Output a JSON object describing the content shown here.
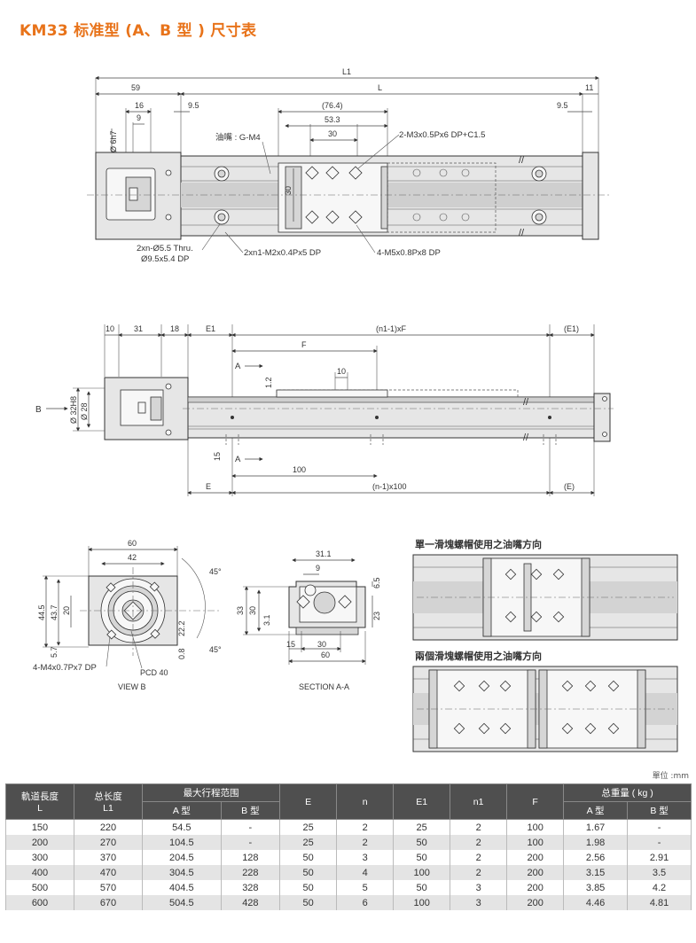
{
  "page": {
    "title": "KM33 标准型 (A、B 型 ) 尺寸表"
  },
  "top_view": {
    "dims": [
      "L1",
      "L",
      "59",
      "11",
      "16",
      "9",
      "9.5",
      "9.5",
      "(76.4)",
      "53.3",
      "30",
      "Ø 6h7",
      "30"
    ],
    "callouts": {
      "oil_nipple": "油嘴 : G-M4",
      "tap_small": "2-M3x0.5Px6 DP+C1.5",
      "thru": "2xn-Ø5.5 Thru.",
      "cbore": "Ø9.5x5.4 DP",
      "tap_n1": "2xn1-M2x0.4Px5 DP",
      "tap_m5": "4-M5x0.8Px8 DP"
    }
  },
  "side_view": {
    "dims": [
      "10",
      "31",
      "18",
      "E1",
      "(n1-1)xF",
      "(E1)",
      "F",
      "10",
      "1.2",
      "Ø 32H8",
      "Ø 28",
      "15",
      "100",
      "E",
      "(n-1)x100",
      "(E)"
    ],
    "labels": {
      "arrow_b": "B",
      "section_a1": "A",
      "section_a2": "A"
    }
  },
  "view_b": {
    "dims": [
      "60",
      "42",
      "45°",
      "45°",
      "44.5",
      "43.7",
      "20",
      "5.7",
      "22.2",
      "0.8",
      "PCD 40"
    ],
    "callout": "4-M4x0.7Px7 DP",
    "caption": "VIEW B"
  },
  "section_aa": {
    "dims": [
      "31.1",
      "9",
      "6.5",
      "33",
      "30",
      "3.1",
      "23",
      "15",
      "30",
      "60"
    ],
    "caption": "SECTION A-A"
  },
  "slider_single": {
    "caption": "單一滑塊螺帽使用之油嘴方向"
  },
  "slider_double": {
    "caption": "兩個滑塊螺帽使用之油嘴方向"
  },
  "table": {
    "unit": "單位 :mm",
    "headers": {
      "rail_length": "軌道長度",
      "rail_length_sub": "L",
      "total_length": "总长度",
      "total_length_sub": "L1",
      "max_stroke": "最大行程范围",
      "e": "E",
      "n": "n",
      "e1": "E1",
      "n1": "n1",
      "f": "F",
      "weight": "总重量 ( kg )",
      "a_type": "A 型",
      "b_type": "B 型",
      "a_type2": "A 型",
      "b_type2": "B 型"
    },
    "rows": [
      [
        "150",
        "220",
        "54.5",
        "-",
        "25",
        "2",
        "25",
        "2",
        "100",
        "1.67",
        "-"
      ],
      [
        "200",
        "270",
        "104.5",
        "-",
        "25",
        "2",
        "50",
        "2",
        "100",
        "1.98",
        "-"
      ],
      [
        "300",
        "370",
        "204.5",
        "128",
        "50",
        "3",
        "50",
        "2",
        "200",
        "2.56",
        "2.91"
      ],
      [
        "400",
        "470",
        "304.5",
        "228",
        "50",
        "4",
        "100",
        "2",
        "200",
        "3.15",
        "3.5"
      ],
      [
        "500",
        "570",
        "404.5",
        "328",
        "50",
        "5",
        "50",
        "3",
        "200",
        "3.85",
        "4.2"
      ],
      [
        "600",
        "670",
        "504.5",
        "428",
        "50",
        "6",
        "100",
        "3",
        "200",
        "4.46",
        "4.81"
      ]
    ]
  }
}
